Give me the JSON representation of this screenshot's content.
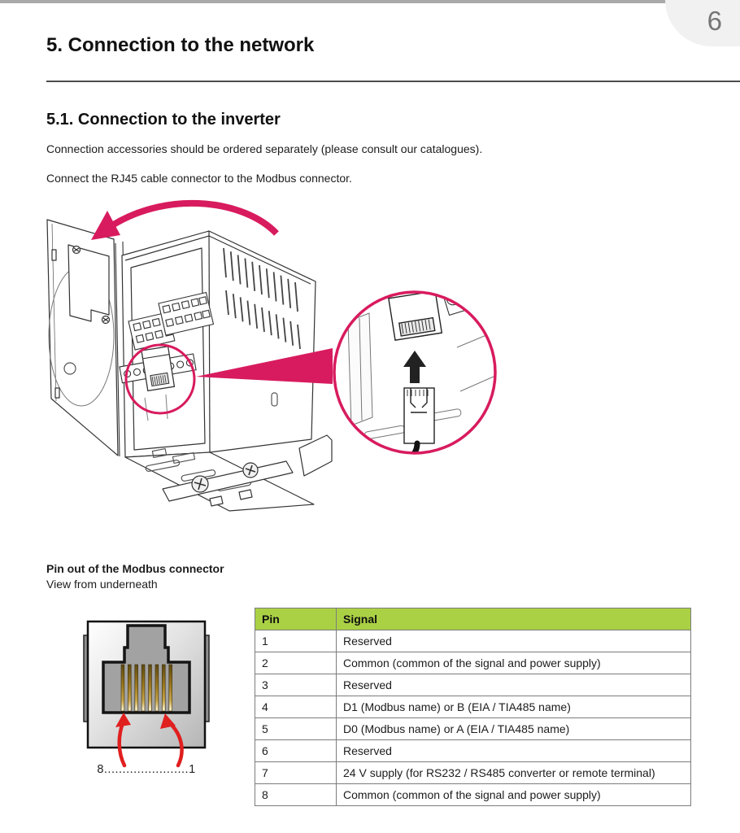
{
  "page": {
    "number": "6",
    "title": "5. Connection to the network"
  },
  "section": {
    "title": "5.1. Connection to the inverter",
    "para1": "Connection accessories should be ordered separately (please consult our catalogues).",
    "para2": "Connect the RJ45 cable connector to the Modbus connector."
  },
  "pinout": {
    "heading": "Pin out of the Modbus connector",
    "subheading": "View from underneath",
    "pins_label": "8.......................1"
  },
  "table": {
    "headers": [
      "Pin",
      "Signal"
    ],
    "rows": [
      [
        "1",
        "Reserved"
      ],
      [
        "2",
        "Common (common of the signal and power supply)"
      ],
      [
        "3",
        "Reserved"
      ],
      [
        "4",
        "D1 (Modbus name) or B (EIA / TIA485 name)"
      ],
      [
        "5",
        "D0 (Modbus name) or A (EIA / TIA485 name)"
      ],
      [
        "6",
        "Reserved"
      ],
      [
        "7",
        "24 V supply (for RS232 / RS485 converter or remote terminal)"
      ],
      [
        "8",
        "Common (common of the signal and power supply)"
      ]
    ]
  },
  "colors": {
    "accent_pink": "#d81b5e",
    "arrow_red": "#e01f1f",
    "table_header_green": "#aad144",
    "table_border": "#7c7c7c",
    "page_badge_bg": "#f1f1f1",
    "top_bar": "#a9a9a9",
    "gold_pin": "#9c7a1e"
  },
  "icons": {
    "rotate_arrow": "curved-pink-arrow-icon",
    "highlight": "pink-highlight-circle",
    "callout": "zoom-detail-circle",
    "insert_arrow": "black-up-arrow-icon",
    "pin_pointers": "red-curved-arrow-icons"
  }
}
